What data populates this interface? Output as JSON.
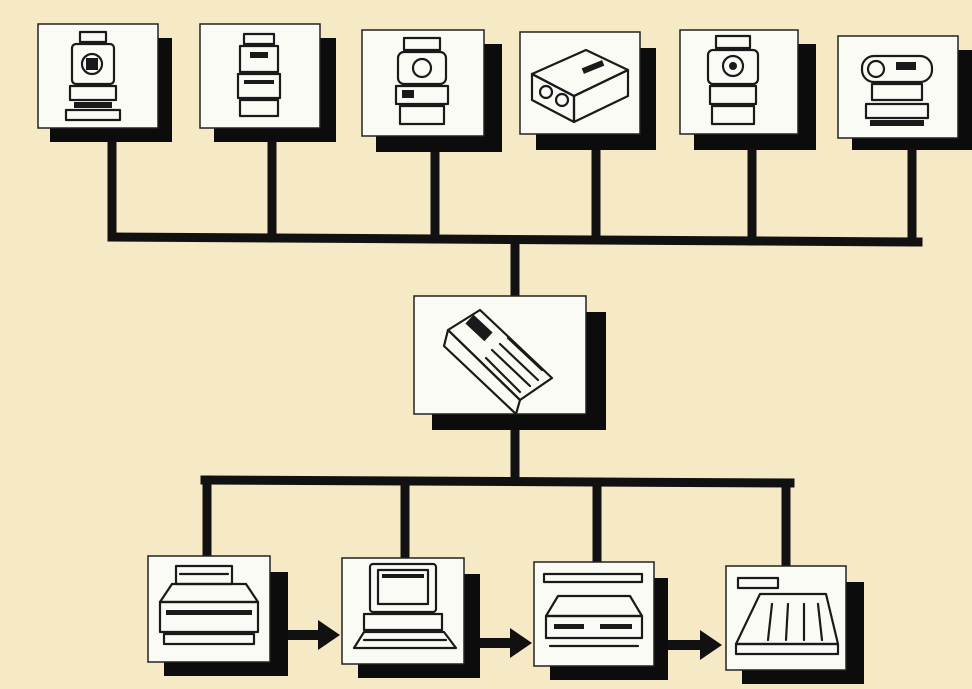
{
  "diagram": {
    "colors": {
      "background": "#f6e9c6",
      "line": "#111111",
      "box": "#fbfbf6",
      "shadow": "#0c0c0c"
    },
    "top_row": [
      {
        "icon": "total-station-icon"
      },
      {
        "icon": "theodolite-icon"
      },
      {
        "icon": "electronic-theodolite-icon"
      },
      {
        "icon": "distance-meter-icon"
      },
      {
        "icon": "digital-theodolite-icon"
      },
      {
        "icon": "level-instrument-icon"
      }
    ],
    "hub": {
      "icon": "data-collector-icon"
    },
    "bottom_row": [
      {
        "icon": "printer-icon"
      },
      {
        "icon": "computer-icon"
      },
      {
        "icon": "disk-drive-icon"
      },
      {
        "icon": "plotter-icon"
      }
    ],
    "flow_arrows": [
      "printer-to-computer",
      "computer-to-disk-drive",
      "disk-drive-to-plotter"
    ]
  }
}
